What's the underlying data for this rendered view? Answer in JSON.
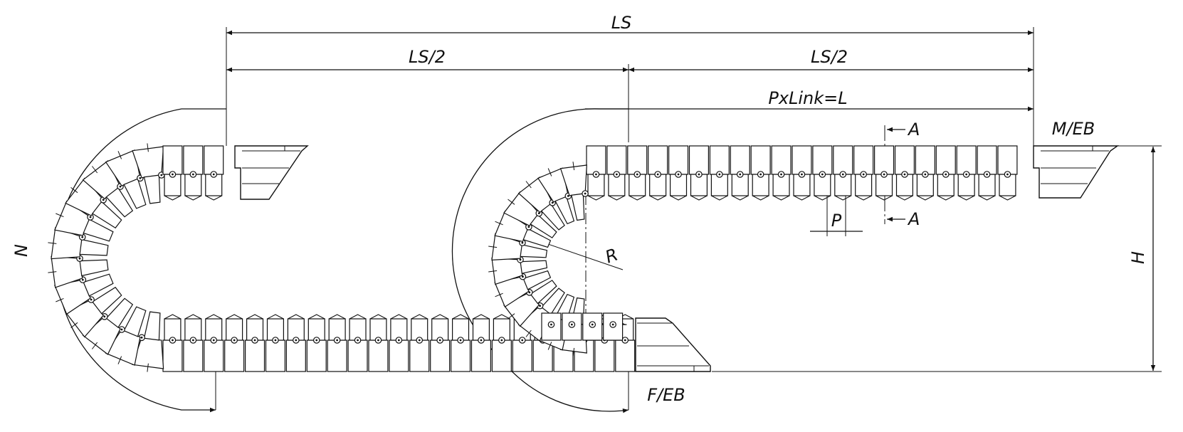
{
  "diagram": {
    "labels": {
      "total_stroke": "LS",
      "half_stroke_left": "LS/2",
      "half_stroke_right": "LS/2",
      "chain_length": "PxLink=L",
      "section_mark_top": "A",
      "section_mark_bottom": "A",
      "pitch": "P",
      "moving_end": "M/EB",
      "fixed_end": "F/EB",
      "radius": "R",
      "height": "H",
      "overhang": "N"
    },
    "colors": {
      "line": "#111111",
      "background": "#ffffff"
    },
    "chain": {
      "upper_run_links": 22,
      "lower_run_links": 24,
      "bend_links_each": 11
    }
  }
}
